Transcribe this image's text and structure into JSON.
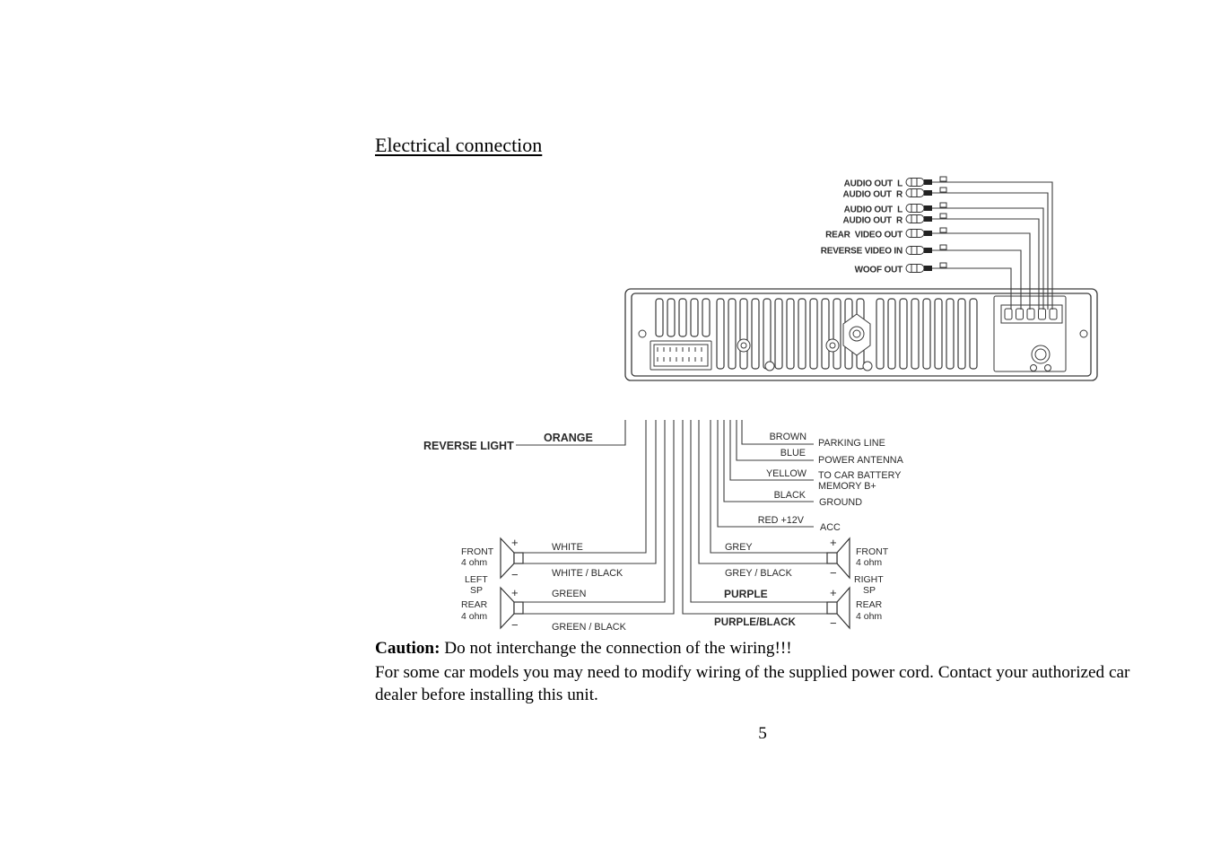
{
  "document": {
    "title": "Electrical connection",
    "caution_label": "Caution:",
    "caution_text": " Do not interchange the connection of the wiring!!!",
    "note": "For some car models you may need to modify wiring of the supplied power cord. Contact your authorized car dealer before installing this unit.",
    "page_number": "5"
  },
  "diagram": {
    "rca_outputs": [
      "AUDIO OUT  L",
      "AUDIO OUT  R",
      "AUDIO OUT  L",
      "AUDIO OUT  R",
      "REAR  VIDEO OUT",
      "REVERSE VIDEO IN",
      "WOOF OUT"
    ],
    "reverse_light": {
      "function": "REVERSE LIGHT",
      "wire": "ORANGE"
    },
    "power_leads": [
      {
        "wire": "BROWN",
        "function": "PARKING LINE"
      },
      {
        "wire": "BLUE",
        "function": "POWER ANTENNA"
      },
      {
        "wire": "YELLOW",
        "function": "TO CAR BATTERY",
        "function_2": "MEMORY B+"
      },
      {
        "wire": "BLACK",
        "function": "GROUND"
      },
      {
        "wire": "RED +12V",
        "function": "ACC"
      }
    ],
    "left_speakers": {
      "front": "FRONT",
      "front_impedance": "4 ohm",
      "side": "LEFT",
      "side_sp": "SP",
      "rear": "REAR",
      "rear_impedance": "4 ohm",
      "front_plus_wire": "WHITE",
      "front_minus_wire": "WHITE / BLACK",
      "rear_plus_wire": "GREEN",
      "rear_minus_wire": "GREEN / BLACK"
    },
    "right_speakers": {
      "front": "FRONT",
      "front_impedance": "4 ohm",
      "side": "RIGHT",
      "side_sp": "SP",
      "rear": "REAR",
      "rear_impedance": "4 ohm",
      "front_plus_wire": "GREY",
      "front_minus_wire": "GREY / BLACK",
      "rear_plus_wire": "PURPLE",
      "rear_minus_wire": "PURPLE/BLACK"
    },
    "polarity": {
      "plus": "+",
      "minus": "−"
    }
  }
}
